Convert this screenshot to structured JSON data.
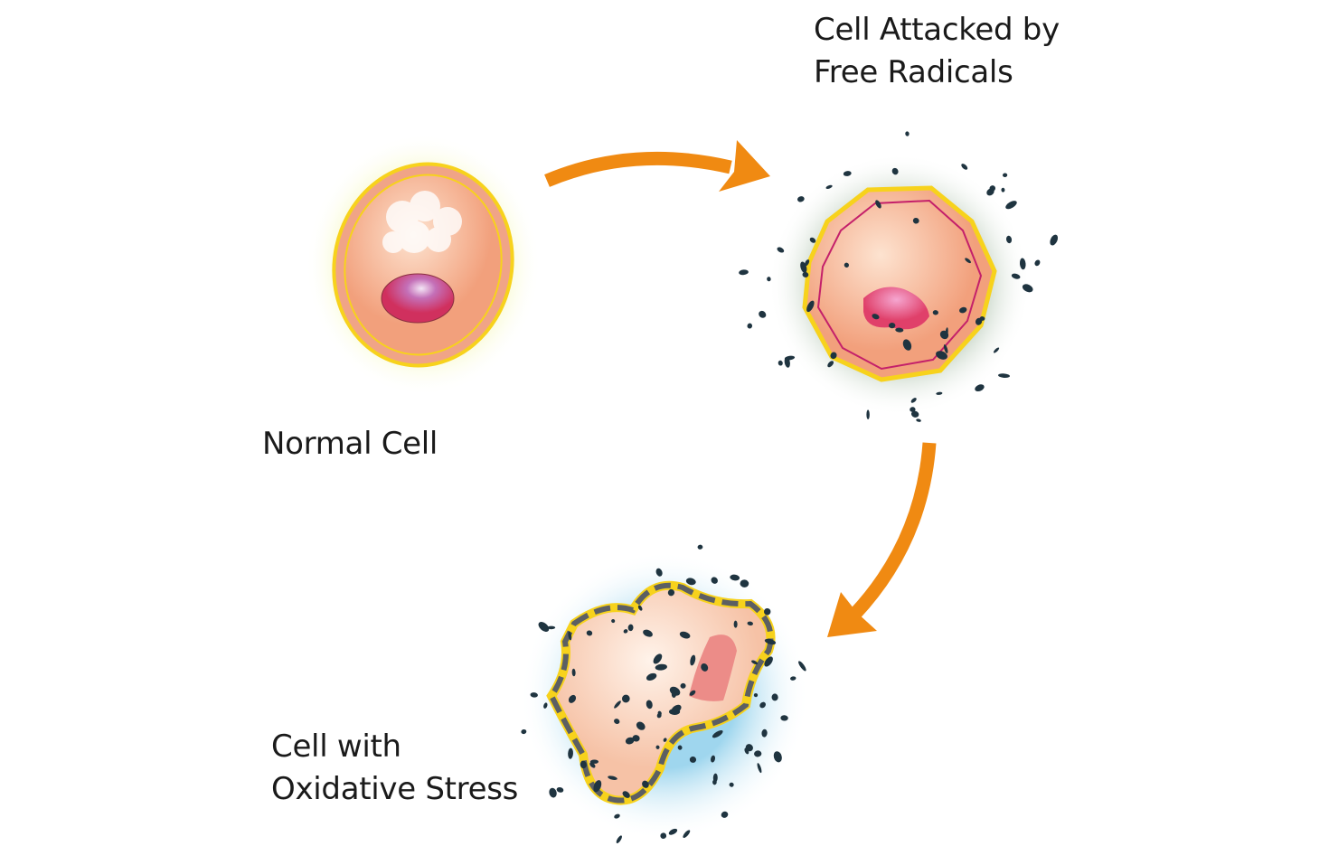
{
  "labels": {
    "normal_cell": "Normal Cell",
    "attacked_line1": "Cell Attacked by",
    "attacked_line2": "Free Radicals",
    "stress_line1": "Cell with",
    "stress_line2": "Oxidative Stress"
  },
  "colors": {
    "arrow": "#f08a12",
    "membrane": "#f7d21c",
    "cytoplasm": "#f3a684",
    "nucleus": "#d0305e",
    "radical": "#1f3440",
    "damaged_membrane": "#5c5f63"
  }
}
